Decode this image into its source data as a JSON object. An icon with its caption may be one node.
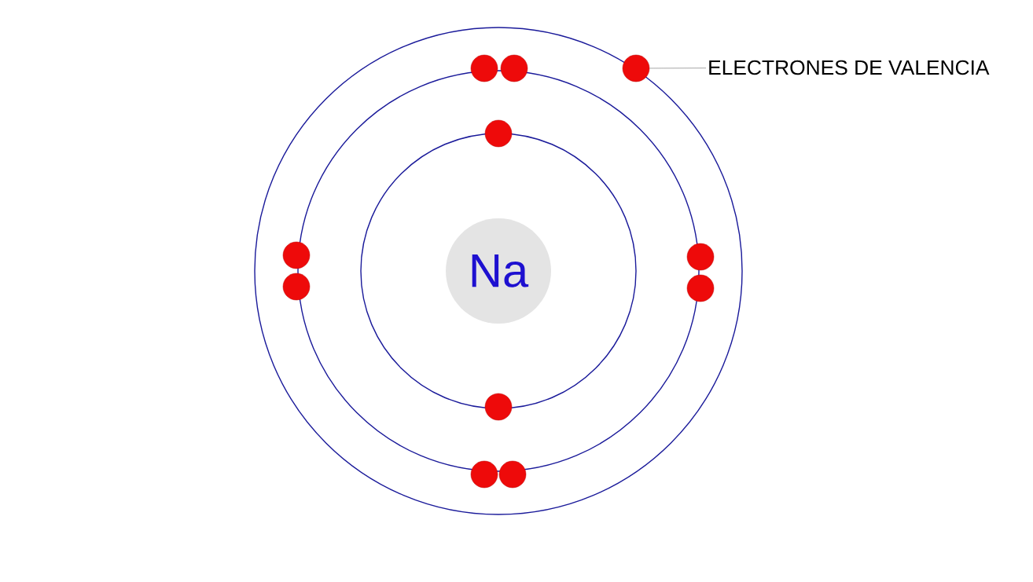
{
  "diagram": {
    "nodes": [
      {
        "text": [
          "Na"
        ]
      },
      {
        "text": [
          "ELECTRONES DE VALENCIA"
        ]
      },
      {
        "text": [],
        "shape": "circle"
      },
      {
        "text": [],
        "shape": "circle"
      },
      {
        "text": [],
        "shape": "circle"
      },
      {
        "text": [],
        "shape": "circle"
      },
      {
        "text": [],
        "shape": "circle"
      },
      {
        "text": [],
        "shape": "circle"
      },
      {
        "text": [],
        "shape": "circle"
      },
      {
        "text": [],
        "shape": "circle"
      },
      {
        "text": [],
        "shape": "circle"
      },
      {
        "text": [],
        "shape": "circle"
      },
      {
        "text": [],
        "shape": "circle"
      }
    ],
    "edges": [
      {
        "from": 1,
        "to": 4,
        "arrow": "none"
      }
    ]
  }
}
